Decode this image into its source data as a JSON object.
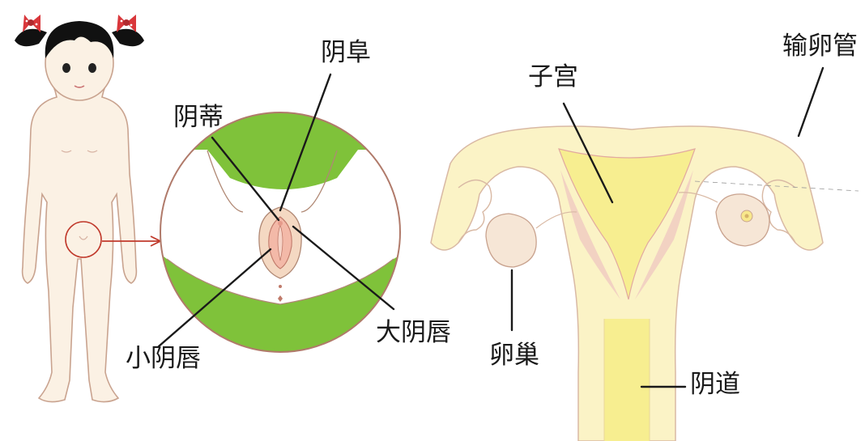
{
  "labels": {
    "mons_pubis": "阴阜",
    "clitoris": "阴蒂",
    "labia_minora": "小阴唇",
    "labia_majora": "大阴唇",
    "uterus": "子宫",
    "fallopian_tube": "输卵管",
    "ovary": "卵巢",
    "vagina": "阴道"
  },
  "colors": {
    "green": "#7fc23a",
    "skin": "#fbf1e4",
    "skin_outline": "#c9a38f",
    "uterus_fill": "#f8f2b0",
    "uterus_inner": "#f4ee9a",
    "highlight_circle": "#c0392b",
    "pointer_line": "#1a1a1a"
  },
  "figure": {
    "hair_bow_pattern": "polka-dot"
  }
}
